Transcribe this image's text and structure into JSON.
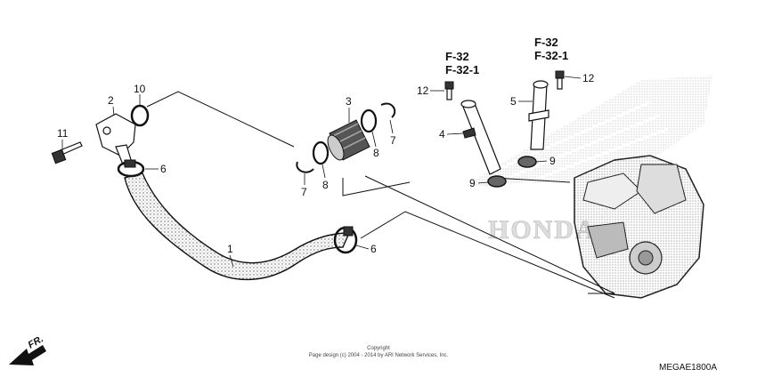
{
  "callouts": {
    "c1": "1",
    "c2": "2",
    "c3": "3",
    "c4": "4",
    "c5": "5",
    "c6a": "6",
    "c6b": "6",
    "c7a": "7",
    "c7b": "7",
    "c8a": "8",
    "c8b": "8",
    "c9a": "9",
    "c9b": "9",
    "c10": "10",
    "c11": "11",
    "c12a": "12",
    "c12b": "12"
  },
  "references": {
    "left_a": "F-32",
    "left_b": "F-32-1",
    "right_a": "F-32",
    "right_b": "F-32-1"
  },
  "footer": {
    "copyright": "Copyright",
    "line": "Page design (c) 2004 - 2014 by ARI Network Services, Inc."
  },
  "diagram_code": "MEGAE1800A",
  "direction_label": "FR.",
  "watermark": "HONDA"
}
